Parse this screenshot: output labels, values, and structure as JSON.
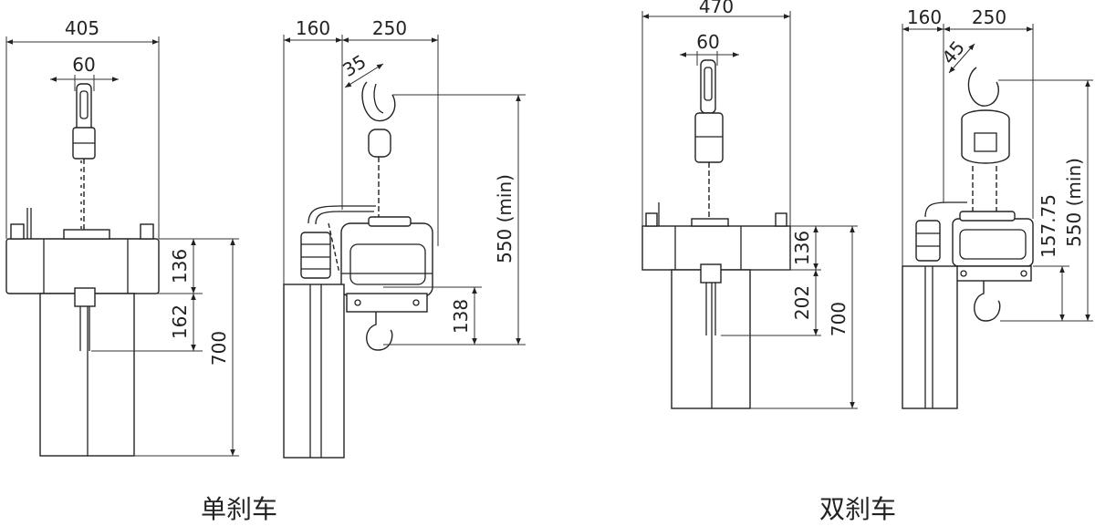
{
  "single_brake": {
    "caption": "单刹车",
    "front": {
      "width": "405",
      "hook_width": "60",
      "motor_height": "136",
      "hook_drop": "162",
      "total_height": "700"
    },
    "side": {
      "left_width": "160",
      "right_width": "250",
      "hook_angle": "35",
      "min_span": "550 (min)",
      "bottom_hook": "138"
    }
  },
  "double_brake": {
    "caption": "双刹车",
    "front": {
      "width": "470",
      "hook_width": "60",
      "motor_height": "136",
      "hook_drop": "202",
      "total_height": "700"
    },
    "side": {
      "left_width": "160",
      "right_width": "250",
      "hook_angle": "45",
      "top_offset": "157.75",
      "min_span": "550 (min)"
    }
  }
}
